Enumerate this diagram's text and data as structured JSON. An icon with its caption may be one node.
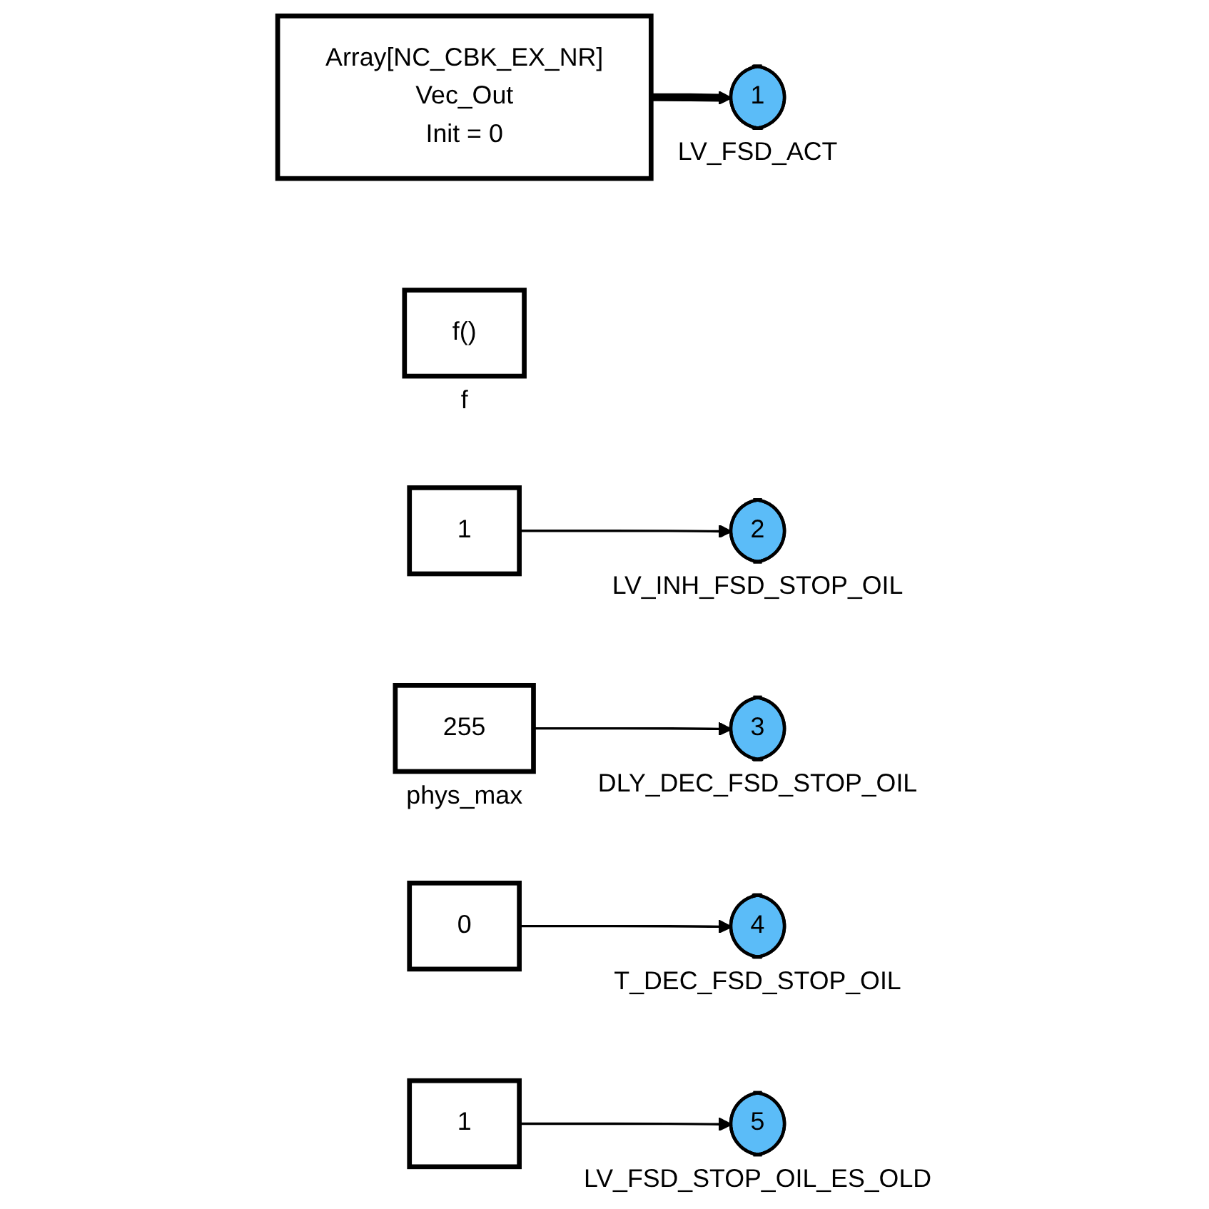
{
  "diagram": {
    "nodes": [
      {
        "text": [
          "Array[NC_CBK_EX_NR]",
          "Vec_Out",
          "Init = 0"
        ]
      },
      {
        "text": [
          "1"
        ],
        "beside": [
          "LV_FSD_ACT"
        ]
      },
      {
        "text": [
          "f()"
        ],
        "beside": [
          "f"
        ]
      },
      {
        "text": [
          "1"
        ]
      },
      {
        "text": [
          "2"
        ],
        "beside": [
          "LV_INH_FSD_STOP_OIL"
        ]
      },
      {
        "text": [
          "255"
        ],
        "beside": [
          "phys_max"
        ]
      },
      {
        "text": [
          "3"
        ],
        "beside": [
          "DLY_DEC_FSD_STOP_OIL"
        ]
      },
      {
        "text": [
          "0"
        ]
      },
      {
        "text": [
          "4"
        ],
        "beside": [
          "T_DEC_FSD_STOP_OIL"
        ]
      },
      {
        "text": [
          "1"
        ]
      },
      {
        "text": [
          "5"
        ],
        "beside": [
          "LV_FSD_STOP_OIL_ES_OLD"
        ]
      }
    ],
    "edges": [
      {
        "from": 0,
        "to": 1,
        "arrow": "to",
        "style": "thick"
      },
      {
        "from": 3,
        "to": 4,
        "arrow": "to"
      },
      {
        "from": 5,
        "to": 6,
        "arrow": "to"
      },
      {
        "from": 7,
        "to": 8,
        "arrow": "to"
      },
      {
        "from": 9,
        "to": 10,
        "arrow": "to"
      }
    ]
  }
}
